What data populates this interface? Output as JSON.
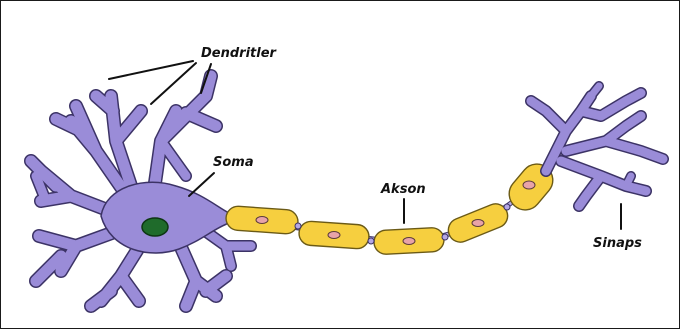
{
  "labels": {
    "dendrites": "Dendritler",
    "soma": "Soma",
    "axon": "Akson",
    "synapse": "Sinaps"
  },
  "colors": {
    "neuron_body": "#9a8cd8",
    "outline": "#3c3366",
    "nucleus": "#1f6b2b",
    "myelin": "#f6cf3f",
    "schwann_nucleus": "#e8a3a8"
  }
}
